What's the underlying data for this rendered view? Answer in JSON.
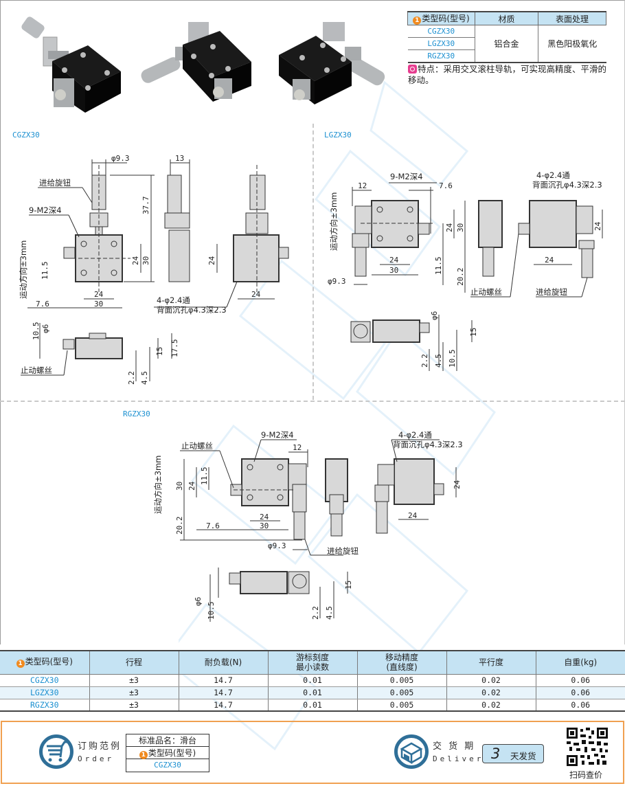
{
  "spec_summary": {
    "headers": [
      "类型码(型号)",
      "材质",
      "表面处理"
    ],
    "badge": "1",
    "models": [
      "CGZX30",
      "LGZX30",
      "RGZX30"
    ],
    "material": "铝合金",
    "surface": "黑色阳极氧化"
  },
  "feature": {
    "text": "特点：采用交叉滚柱导轨，可实现高精度、平滑的移动。"
  },
  "photos": [
    {
      "label": "CGZX30-photo"
    },
    {
      "label": "LGZX30-photo"
    },
    {
      "label": "RGZX30-photo"
    }
  ],
  "drawings": {
    "cgzx30": {
      "title": "CGZX30",
      "labels": {
        "feed_knob": "进给旋钮",
        "tapped_holes": "9-M2深4",
        "motion": "运动方向±3mm",
        "through_holes": "4-φ2.4通",
        "counterbore": "背面沉孔φ4.3深2.3",
        "lock_screw": "止动螺丝"
      },
      "dims": {
        "phi93": "φ9.3",
        "d13": "13",
        "d377": "37.7",
        "d24a": "24",
        "d30a": "30",
        "d115": "11.5",
        "d24b": "24",
        "d30b": "30",
        "d76": "7.6",
        "d24c": "24",
        "d24d": "24",
        "d105": "10.5",
        "phi6": "φ6",
        "d15": "15",
        "d175": "17.5",
        "d22": "2.2",
        "d45": "4.5"
      }
    },
    "lgzx30": {
      "title": "LGZX30",
      "labels": {
        "tapped_holes": "9-M2深4",
        "through_holes": "4-φ2.4通",
        "counterbore": "背面沉孔φ4.3深2.3",
        "motion": "运动方向±3mm",
        "lock_screw": "止动螺丝",
        "feed_knob": "进给旋钮"
      },
      "dims": {
        "d12": "12",
        "d76": "7.6",
        "d24a": "24",
        "d30a": "30",
        "d24b": "24",
        "d30b": "30",
        "d115": "11.5",
        "d202": "20.2",
        "phi93": "φ9.3",
        "d24c": "24",
        "d24d": "24",
        "phi6": "φ6",
        "d15": "15",
        "d22": "2.2",
        "d45": "4.5",
        "d105": "10.5"
      }
    },
    "rgzx30": {
      "title": "RGZX30",
      "labels": {
        "tapped_holes": "9-M2深4",
        "lock_screw": "止动螺丝",
        "motion": "运动方向±3mm",
        "through_holes": "4-φ2.4通",
        "counterbore": "背面沉孔φ4.3深2.3",
        "feed_knob": "进给旋钮"
      },
      "dims": {
        "d12": "12",
        "d30a": "30",
        "d24a": "24",
        "d115": "11.5",
        "d202": "20.2",
        "d76": "7.6",
        "d24b": "24",
        "d30b": "30",
        "phi93": "φ9.3",
        "d24c": "24",
        "d24d": "24",
        "phi6": "φ6",
        "d105": "10.5",
        "d22": "2.2",
        "d45": "4.5",
        "d15": "15"
      }
    }
  },
  "spec_table": {
    "badge": "1",
    "headers": [
      "类型码(型号)",
      "行程",
      "耐负载(N)",
      "游标刻度\n最小读数",
      "移动精度\n(直线度)",
      "平行度",
      "自重(kg)"
    ],
    "header_lines": [
      [
        "类型码(型号)"
      ],
      [
        "行程"
      ],
      [
        "耐负载(N)"
      ],
      [
        "游标刻度",
        "最小读数"
      ],
      [
        "移动精度",
        "(直线度)"
      ],
      [
        "平行度"
      ],
      [
        "自重(kg)"
      ]
    ],
    "rows": [
      [
        "CGZX30",
        "±3",
        "14.7",
        "0.01",
        "0.005",
        "0.02",
        "0.06"
      ],
      [
        "LGZX30",
        "±3",
        "14.7",
        "0.01",
        "0.005",
        "0.02",
        "0.06"
      ],
      [
        "RGZX30",
        "±3",
        "14.7",
        "0.01",
        "0.005",
        "0.02",
        "0.06"
      ]
    ]
  },
  "footer": {
    "order": {
      "title": "订购范例",
      "subtitle": "Order"
    },
    "order_box": {
      "line1": "标准品名：滑台",
      "badge": "1",
      "line2": "类型码(型号)",
      "line3": "CGZX30"
    },
    "delivery": {
      "title": "交 货 期",
      "subtitle": "Delivery"
    },
    "ship": {
      "days": "3",
      "text": "天发货"
    },
    "qr_caption": "扫码查价"
  },
  "colors": {
    "accent_blue": "#1a8fd0",
    "header_fill": "#c5e3f3",
    "badge_orange": "#f08a1f",
    "feature_pink": "#e63d8f",
    "footer_border": "#f0a050",
    "icon_blue": "#2f6f98"
  }
}
